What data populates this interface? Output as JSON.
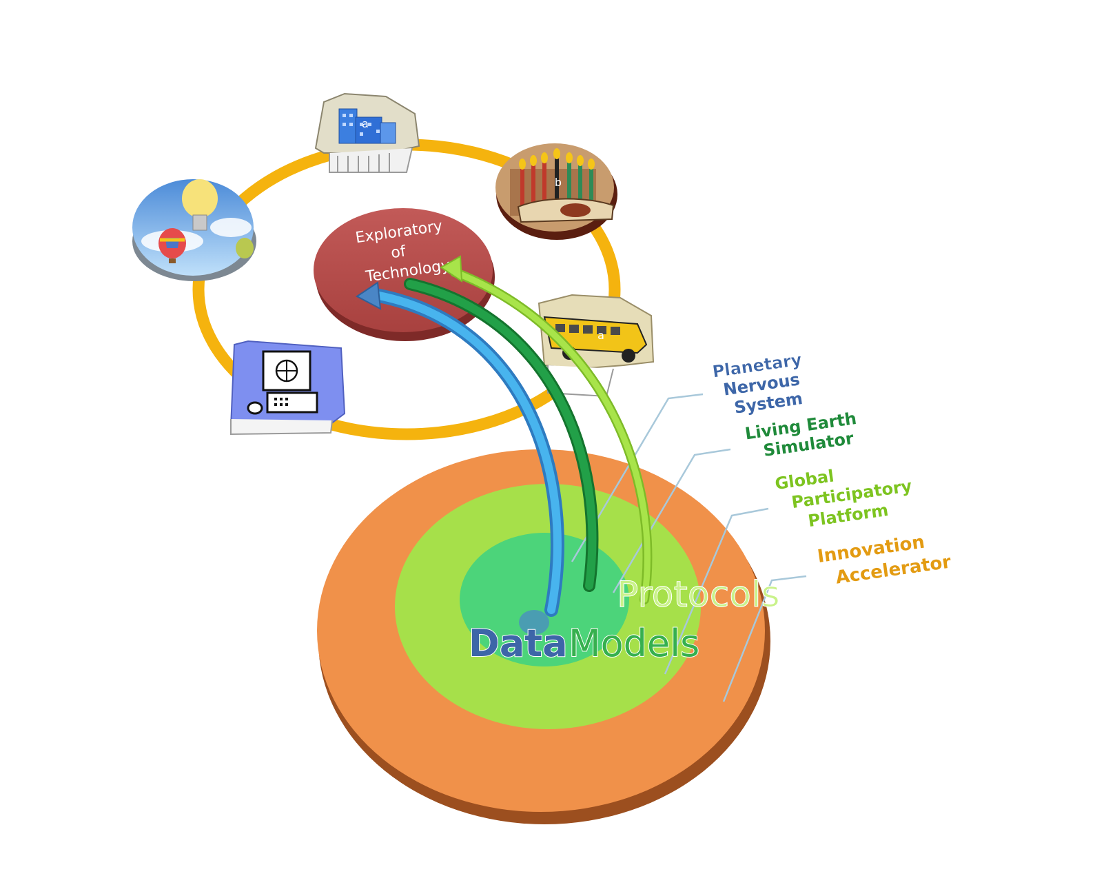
{
  "center_circle": {
    "line1": "Exploratory",
    "line2": "of",
    "line3": "Technology"
  },
  "icons": {
    "building_letter": "a",
    "candles_letter": "b",
    "bus_letter": "a"
  },
  "labels": {
    "planetary": [
      "Planetary",
      "Nervous",
      "System"
    ],
    "living": [
      "Living Earth",
      "Simulator"
    ],
    "global": [
      "Global",
      "Participatory",
      "Platform"
    ],
    "innovation": [
      "Innovation",
      "Accelerator"
    ]
  },
  "disc_labels": {
    "protocols": "Protocols",
    "data": "Data",
    "models": "Models"
  },
  "colors": {
    "ring": "#F5B30E",
    "center_circle": "#B5504E",
    "outer_disc": "#F0914A",
    "middle_disc": "#A6E04A",
    "inner_disc": "#4CD47A",
    "planetary": "#3D66A8",
    "living": "#1F8A3A",
    "global": "#7DC420",
    "innovation": "#E39B12",
    "arrow_blue": "#3AA8E8",
    "arrow_dark_green": "#1E9A40",
    "arrow_light_green": "#9EDB3A"
  }
}
